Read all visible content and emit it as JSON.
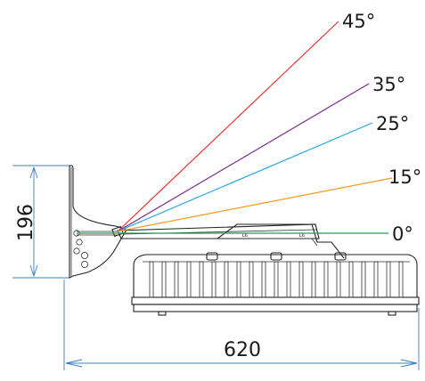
{
  "diagram": {
    "dimensions": {
      "height_label": "196",
      "width_label": "620"
    },
    "angles": [
      {
        "label": "45°",
        "color": "#e8332f"
      },
      {
        "label": "35°",
        "color": "#7b2d8e"
      },
      {
        "label": "25°",
        "color": "#2aa7de"
      },
      {
        "label": "15°",
        "color": "#f39a1e"
      },
      {
        "label": "0°",
        "color": "#1f9e5a"
      }
    ],
    "colors": {
      "outline": "#222222",
      "dimension_line": "#3a7fc4"
    }
  }
}
